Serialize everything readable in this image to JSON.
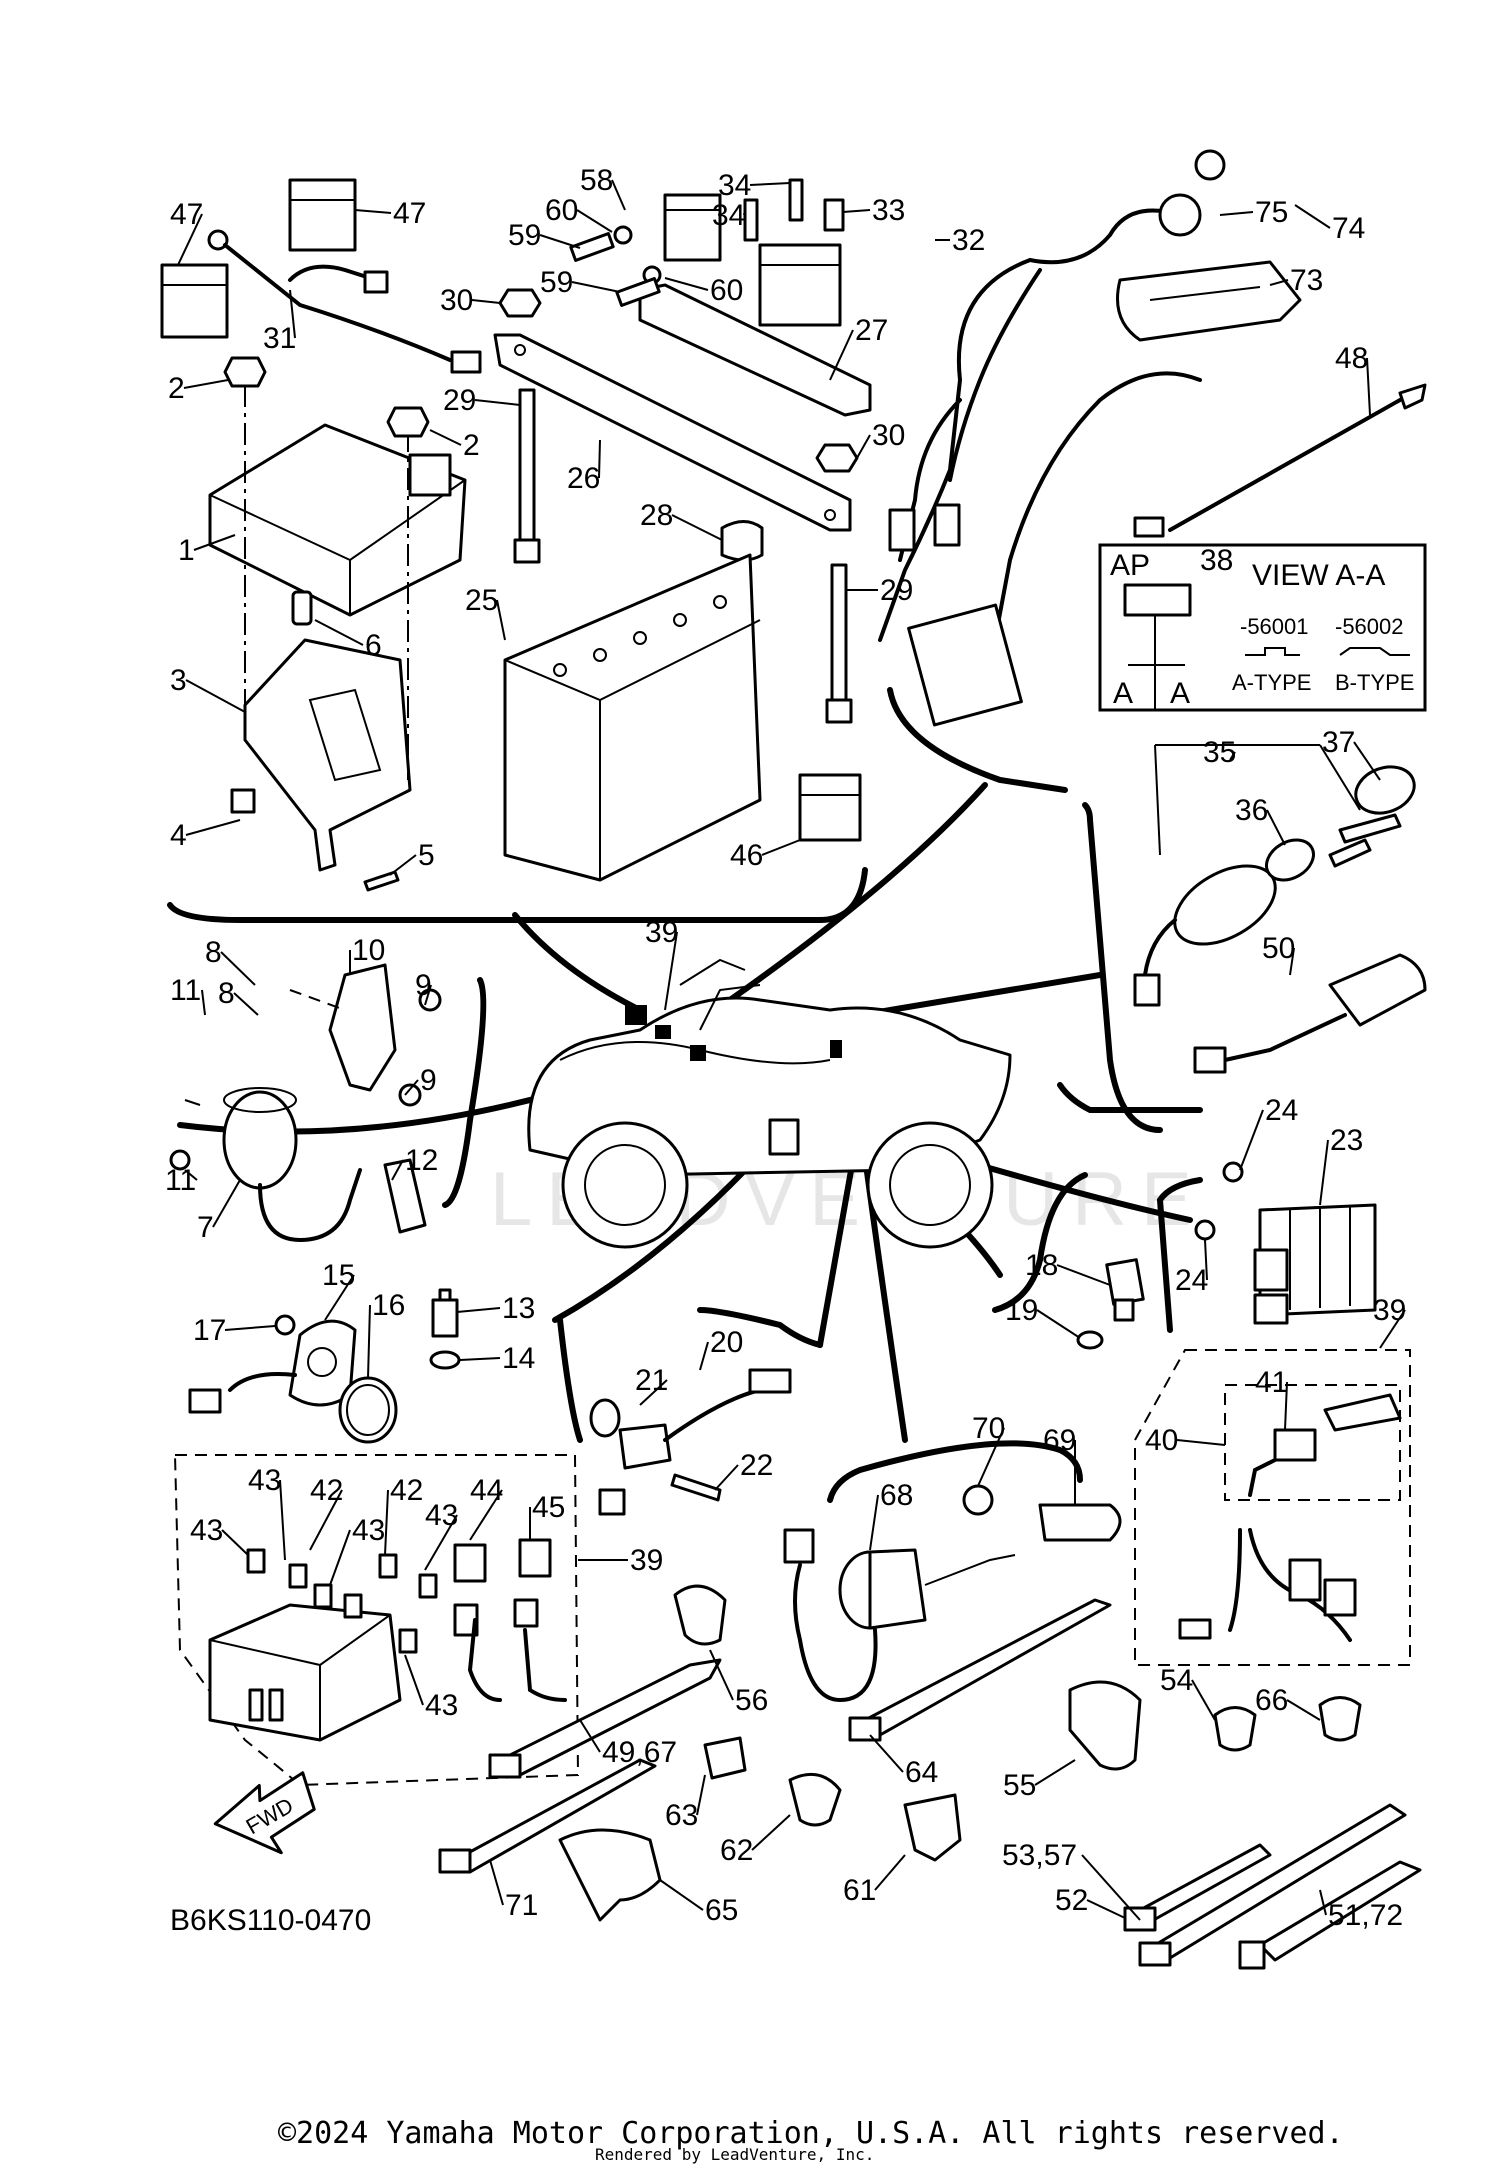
{
  "diagram": {
    "code": "B6KS110-0470",
    "fwd_label": "FWD",
    "view": {
      "part_ref": "38",
      "ap_label": "AP",
      "title": "VIEW A-A",
      "code_a": "-56001",
      "code_b": "-56002",
      "type_a": "A-TYPE",
      "type_b": "B-TYPE",
      "section_mark": "A"
    },
    "watermark": "LEADVENTURE",
    "footer": {
      "copyright": "©2024 Yamaha Motor Corporation, U.S.A. All rights reserved.",
      "rendered_by": "Rendered by LeadVenture, Inc."
    },
    "callouts": [
      "1",
      "2",
      "3",
      "4",
      "5",
      "6",
      "7",
      "8",
      "9",
      "10",
      "11",
      "12",
      "13",
      "14",
      "15",
      "16",
      "17",
      "18",
      "19",
      "20",
      "21",
      "22",
      "23",
      "24",
      "25",
      "26",
      "27",
      "28",
      "29",
      "30",
      "31",
      "32",
      "33",
      "34",
      "35",
      "36",
      "37",
      "39",
      "40",
      "41",
      "42",
      "43",
      "44",
      "45",
      "46",
      "47",
      "48",
      "49,67",
      "50",
      "51,72",
      "52",
      "53,57",
      "54",
      "55",
      "56",
      "58",
      "59",
      "60",
      "61",
      "62",
      "63",
      "64",
      "65",
      "66",
      "68",
      "69",
      "70",
      "71",
      "73",
      "74",
      "75"
    ]
  }
}
